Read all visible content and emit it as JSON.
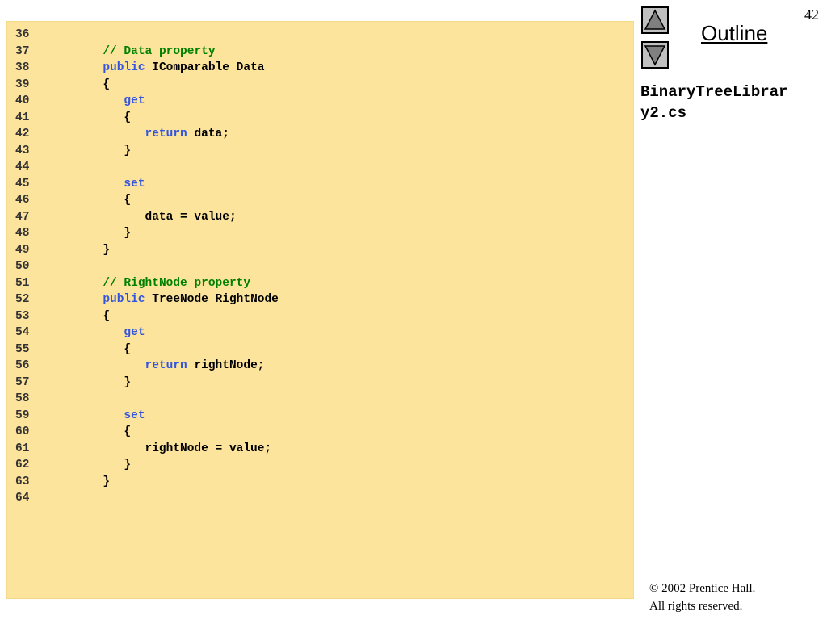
{
  "slide": {
    "number": "42",
    "outline_link": "Outline",
    "file_name_line1": "BinaryTreeLibrar",
    "file_name_line2": "y2.cs",
    "copyright_line1": "© 2002 Prentice Hall.",
    "copyright_line2": "All rights reserved."
  },
  "navigation": {
    "up_icon": "triangle-up-icon",
    "down_icon": "triangle-down-icon"
  },
  "colors": {
    "code_background": "#fde49d",
    "comment": "#008000",
    "keyword": "#3355dd",
    "plain": "#000000"
  },
  "code": {
    "lines": [
      {
        "num": "36",
        "segments": []
      },
      {
        "num": "37",
        "segments": [
          {
            "t": "         "
          },
          {
            "t": "// Data property",
            "c": "comment"
          }
        ]
      },
      {
        "num": "38",
        "segments": [
          {
            "t": "         "
          },
          {
            "t": "public",
            "c": "keyword"
          },
          {
            "t": " IComparable Data"
          }
        ]
      },
      {
        "num": "39",
        "segments": [
          {
            "t": "         {"
          }
        ]
      },
      {
        "num": "40",
        "segments": [
          {
            "t": "            "
          },
          {
            "t": "get",
            "c": "keyword"
          }
        ]
      },
      {
        "num": "41",
        "segments": [
          {
            "t": "            {"
          }
        ]
      },
      {
        "num": "42",
        "segments": [
          {
            "t": "               "
          },
          {
            "t": "return",
            "c": "keyword"
          },
          {
            "t": " data;"
          }
        ]
      },
      {
        "num": "43",
        "segments": [
          {
            "t": "            }"
          }
        ]
      },
      {
        "num": "44",
        "segments": []
      },
      {
        "num": "45",
        "segments": [
          {
            "t": "            "
          },
          {
            "t": "set",
            "c": "keyword"
          }
        ]
      },
      {
        "num": "46",
        "segments": [
          {
            "t": "            {"
          }
        ]
      },
      {
        "num": "47",
        "segments": [
          {
            "t": "               data = value;"
          }
        ]
      },
      {
        "num": "48",
        "segments": [
          {
            "t": "            }"
          }
        ]
      },
      {
        "num": "49",
        "segments": [
          {
            "t": "         }"
          }
        ]
      },
      {
        "num": "50",
        "segments": []
      },
      {
        "num": "51",
        "segments": [
          {
            "t": "         "
          },
          {
            "t": "// RightNode property",
            "c": "comment"
          }
        ]
      },
      {
        "num": "52",
        "segments": [
          {
            "t": "         "
          },
          {
            "t": "public",
            "c": "keyword"
          },
          {
            "t": " TreeNode RightNode"
          }
        ]
      },
      {
        "num": "53",
        "segments": [
          {
            "t": "         {"
          }
        ]
      },
      {
        "num": "54",
        "segments": [
          {
            "t": "            "
          },
          {
            "t": "get",
            "c": "keyword"
          }
        ]
      },
      {
        "num": "55",
        "segments": [
          {
            "t": "            {"
          }
        ]
      },
      {
        "num": "56",
        "segments": [
          {
            "t": "               "
          },
          {
            "t": "return",
            "c": "keyword"
          },
          {
            "t": " rightNode;"
          }
        ]
      },
      {
        "num": "57",
        "segments": [
          {
            "t": "            }"
          }
        ]
      },
      {
        "num": "58",
        "segments": []
      },
      {
        "num": "59",
        "segments": [
          {
            "t": "            "
          },
          {
            "t": "set",
            "c": "keyword"
          }
        ]
      },
      {
        "num": "60",
        "segments": [
          {
            "t": "            {"
          }
        ]
      },
      {
        "num": "61",
        "segments": [
          {
            "t": "               rightNode = value;"
          }
        ]
      },
      {
        "num": "62",
        "segments": [
          {
            "t": "            }"
          }
        ]
      },
      {
        "num": "63",
        "segments": [
          {
            "t": "         }"
          }
        ]
      },
      {
        "num": "64",
        "segments": []
      }
    ]
  }
}
